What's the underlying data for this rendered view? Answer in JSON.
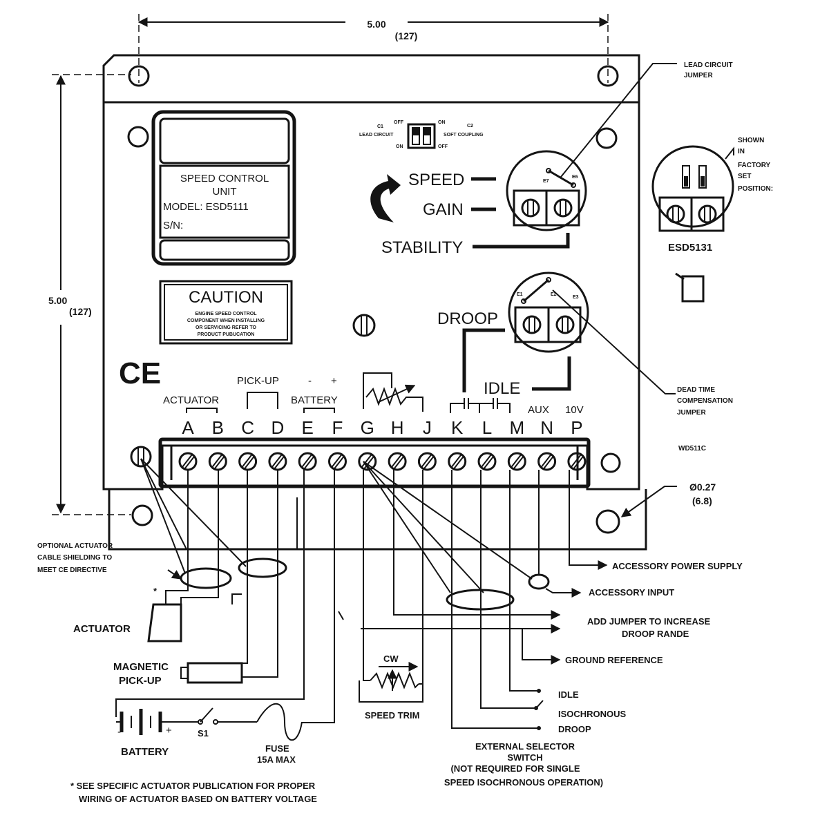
{
  "dimensions": {
    "width_in": "5.00",
    "width_mm": "(127)",
    "height_in": "5.00",
    "height_mm": "(127)",
    "hole_dia": "Ø0.27",
    "hole_mm": "(6.8)"
  },
  "label_plate": {
    "title_line1": "SPEED CONTROL",
    "title_line2": "UNIT",
    "model": "MODEL:  ESD5111",
    "sn": "S/N:"
  },
  "caution": {
    "title": "CAUTION",
    "line1": "ENGINE SPEED CONTROL",
    "line2": "COMPONENT WHEN INSTALLING",
    "line3": "OR SERVICING REFER TO",
    "line4": "PRODUCT PUBUCATION"
  },
  "ce_mark": "CE",
  "dip_switch": {
    "c1": "C1",
    "c1_name": "LEAD CIRCUIT",
    "c2": "C2",
    "c2_name": "SOFT COUPLING",
    "off": "OFF",
    "on": "ON"
  },
  "adjustments": {
    "speed": "SPEED",
    "gain": "GAIN",
    "stability": "STABILITY",
    "droop": "DROOP",
    "idle": "IDLE"
  },
  "jumpers": {
    "e7": "E7",
    "e6": "E6",
    "e1": "E1",
    "e2": "E2",
    "e3": "E3",
    "lead_circuit_l1": "LEAD CIRCUIT",
    "lead_circuit_l2": "JUMPER",
    "dead_time_l1": "DEAD TIME",
    "dead_time_l2": "COMPENSATION",
    "dead_time_l3": "JUMPER"
  },
  "esd5131": {
    "shown_l1": "SHOWN",
    "shown_l2": "IN",
    "shown_l3": "FACTORY",
    "shown_l4": "SET",
    "shown_l5": "POSITION:",
    "model": "ESD5131"
  },
  "part_code": "WD511C",
  "terminal_groups": {
    "actuator": "ACTUATOR",
    "pickup": "PICK-UP",
    "battery": "BATTERY",
    "minus": "-",
    "plus": "+",
    "aux": "AUX",
    "v10": "10V"
  },
  "terminals": [
    "A",
    "B",
    "C",
    "D",
    "E",
    "F",
    "G",
    "H",
    "J",
    "K",
    "L",
    "M",
    "N",
    "P"
  ],
  "wiring_labels": {
    "shielding_l1": "OPTIONAL ACTUATOR",
    "shielding_l2": "CABLE SHIELDING TO",
    "shielding_l3": "MEET  CE DIRECTIVE",
    "actuator": "ACTUATOR",
    "magnetic_l1": "MAGNETIC",
    "magnetic_l2": "PICK-UP",
    "battery": "BATTERY",
    "s1": "S1",
    "fuse_l1": "FUSE",
    "fuse_l2": "15A MAX",
    "cw": "CW",
    "speed_trim": "SPEED TRIM",
    "accessory_power": "ACCESSORY POWER SUPPLY",
    "accessory_input": "ACCESSORY INPUT",
    "jumper_l1": "ADD JUMPER TO INCREASE",
    "jumper_l2": "DROOP RANDE",
    "ground": "GROUND REFERENCE",
    "idle": "IDLE",
    "isochronous": "ISOCHRONOUS",
    "droop": "DROOP",
    "selector_l1": "EXTERNAL SELECTOR",
    "selector_l2": "SWITCH",
    "selector_l3": "(NOT REQUIRED  FOR SINGLE",
    "selector_l4": "SPEED ISOCHRONOUS OPERATION)",
    "star": "*",
    "minus": "-",
    "plus": "+"
  },
  "footnote": {
    "line1": "* SEE SPECIFIC ACTUATOR PUBLICATION FOR PROPER",
    "line2": "WIRING OF ACTUATOR BASED ON BATTERY VOLTAGE"
  }
}
